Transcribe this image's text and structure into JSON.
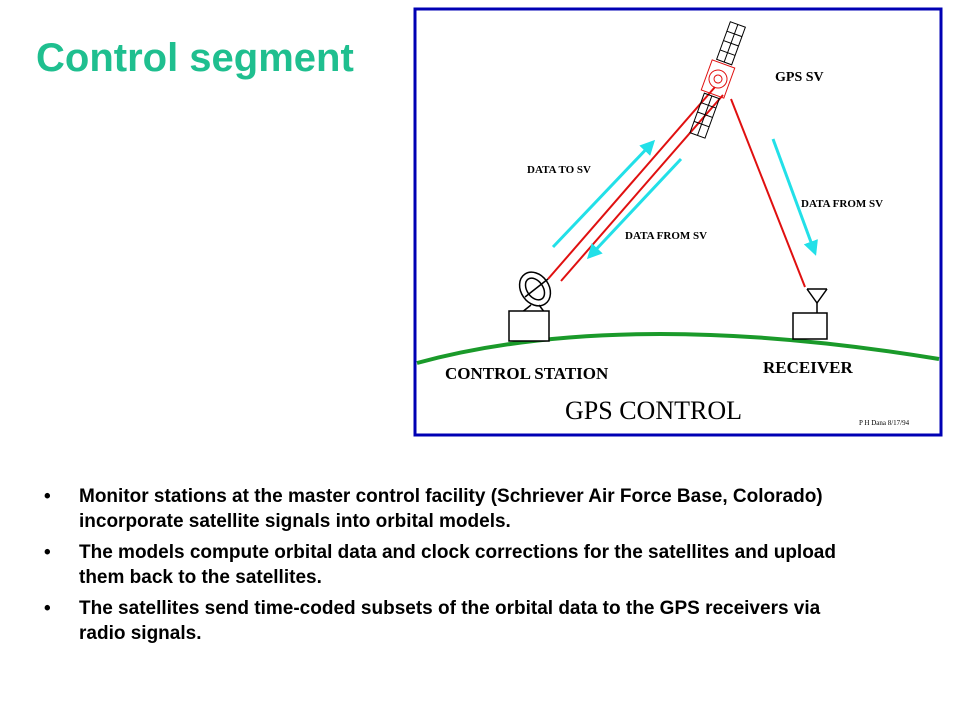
{
  "slide": {
    "title": "Control segment"
  },
  "diagram": {
    "labels": {
      "gps_sv": "GPS SV",
      "data_to_sv": "DATA TO SV",
      "data_from_sv_left": "DATA FROM SV",
      "data_from_sv_right": "DATA FROM SV",
      "control_station": "CONTROL STATION",
      "receiver": "RECEIVER",
      "gps_control": "GPS CONTROL",
      "credit": "P H Dana 8/17/94"
    },
    "colors": {
      "frame": "#0000b4",
      "earth": "#1a9a2a",
      "signal": "#e01010",
      "arrow": "#22e0e8",
      "drawing": "#000000"
    }
  },
  "bullets": [
    {
      "marker": "•",
      "text": "Monitor stations at the master control facility (Schriever Air Force Base, Colorado) incorporate satellite signals into orbital models."
    },
    {
      "marker": "•",
      "text": "The models compute orbital data and clock corrections for the satellites and upload them back to the satellites."
    },
    {
      "marker": "•",
      "text": "The satellites send time-coded subsets of the orbital data to the GPS receivers via radio signals."
    }
  ]
}
